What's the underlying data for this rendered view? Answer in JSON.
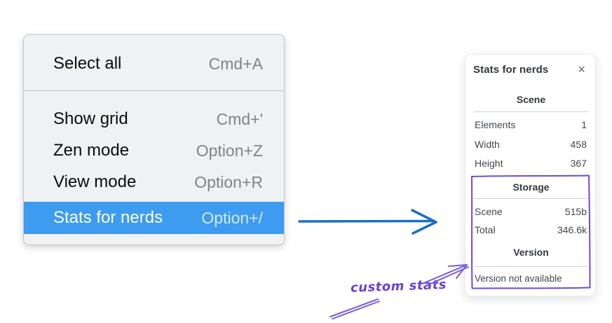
{
  "context_menu": {
    "items": [
      {
        "label": "Select all",
        "shortcut": "Cmd+A",
        "highlighted": false
      },
      {
        "label": "Show grid",
        "shortcut": "Cmd+'",
        "highlighted": false
      },
      {
        "label": "Zen mode",
        "shortcut": "Option+Z",
        "highlighted": false
      },
      {
        "label": "View mode",
        "shortcut": "Option+R",
        "highlighted": false
      },
      {
        "label": "Stats for nerds",
        "shortcut": "Option+/",
        "highlighted": true
      }
    ],
    "highlight_color": "#3d9bf0"
  },
  "stats_panel": {
    "title": "Stats for nerds",
    "close_icon": "×",
    "sections": [
      {
        "heading": "Scene",
        "rows": [
          {
            "label": "Elements",
            "value": "1"
          },
          {
            "label": "Width",
            "value": "458"
          },
          {
            "label": "Height",
            "value": "367"
          }
        ]
      },
      {
        "heading": "Storage",
        "rows": [
          {
            "label": "Scene",
            "value": "515b"
          },
          {
            "label": "Total",
            "value": "346.6k"
          }
        ]
      },
      {
        "heading": "Version",
        "note": "Version not available"
      }
    ]
  },
  "annotation": {
    "label": "custom stats",
    "color": "#6741d9"
  },
  "flow_arrow_color": "#1971c2"
}
